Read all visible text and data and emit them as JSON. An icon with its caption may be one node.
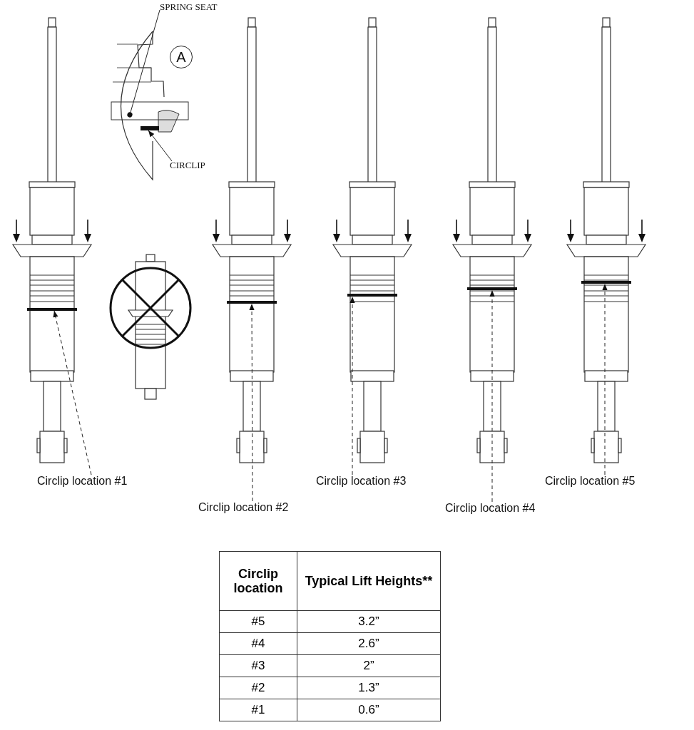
{
  "diagram": {
    "nodes": [
      {
        "text": [
          "SPRING SEAT"
        ]
      },
      {
        "text": [
          "A"
        ]
      },
      {
        "text": [],
        "shape": "box"
      },
      {
        "text": [],
        "shape": "bar"
      },
      {
        "text": [
          "CIRCLIP"
        ]
      },
      {
        "text": [],
        "shape": "bar"
      },
      {
        "text": [],
        "shape": "bar"
      },
      {
        "text": [],
        "shape": "bar"
      },
      {
        "text": [],
        "shape": "bar"
      },
      {
        "text": [],
        "shape": "bar"
      },
      {
        "text": [
          "Circlip location #1"
        ]
      },
      {
        "text": [
          "Circlip location #3"
        ]
      },
      {
        "text": [
          "Circlip location #5"
        ]
      },
      {
        "text": [
          "Circlip location #2"
        ]
      },
      {
        "text": [
          "Circlip location #4"
        ]
      }
    ],
    "edges": [
      {
        "from": 0,
        "to": 2,
        "arrow": "other"
      },
      {
        "from": 4,
        "to": 3,
        "arrow": "to"
      },
      {
        "from": 10,
        "to": 5,
        "arrow": "to",
        "style": "dashed"
      },
      {
        "from": 13,
        "to": 6,
        "arrow": "to",
        "style": "dashed"
      },
      {
        "from": 11,
        "to": 7,
        "arrow": "to",
        "style": "dashed"
      },
      {
        "from": 14,
        "to": 8,
        "arrow": "to",
        "style": "dashed"
      },
      {
        "from": 12,
        "to": 9,
        "arrow": "to",
        "style": "dashed"
      }
    ],
    "labels": [
      "Circlip location",
      "Typical Lift Heights**",
      "#5",
      "3.2”",
      "#4",
      "2.6”",
      "#3",
      "2”",
      "#2",
      "1.3”",
      "#1",
      "0.6”"
    ]
  }
}
